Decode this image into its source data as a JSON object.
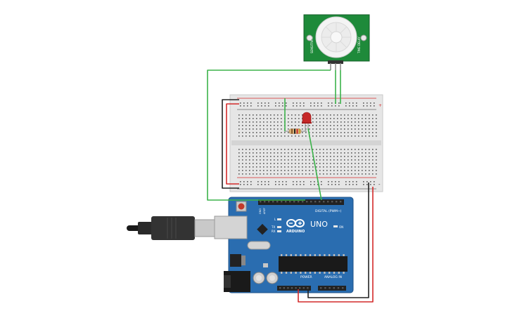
{
  "circuit": {
    "pir_sensor": {
      "label_left": "SENSITIVITY",
      "label_right": "TIME DELAY"
    },
    "arduino": {
      "brand": "ARDUINO",
      "model": "UNO",
      "label_digital": "DIGITAL (PWM~)",
      "label_power": "POWER",
      "label_analog": "ANALOG IN",
      "label_aref": "AREF",
      "label_gnd": "GND",
      "label_on": "ON",
      "label_l": "L",
      "label_tx": "TX",
      "label_rx": "RX"
    },
    "breadboard": {
      "plus_symbol": "+",
      "minus_symbol": "-"
    },
    "colors": {
      "arduino_board": "#2a6db0",
      "pir_board": "#1e8a3a",
      "breadboard": "#e6e6e6",
      "wire_green": "#3bb34a",
      "wire_red": "#d42a2a",
      "wire_black": "#222222",
      "led": "#c62828"
    }
  }
}
